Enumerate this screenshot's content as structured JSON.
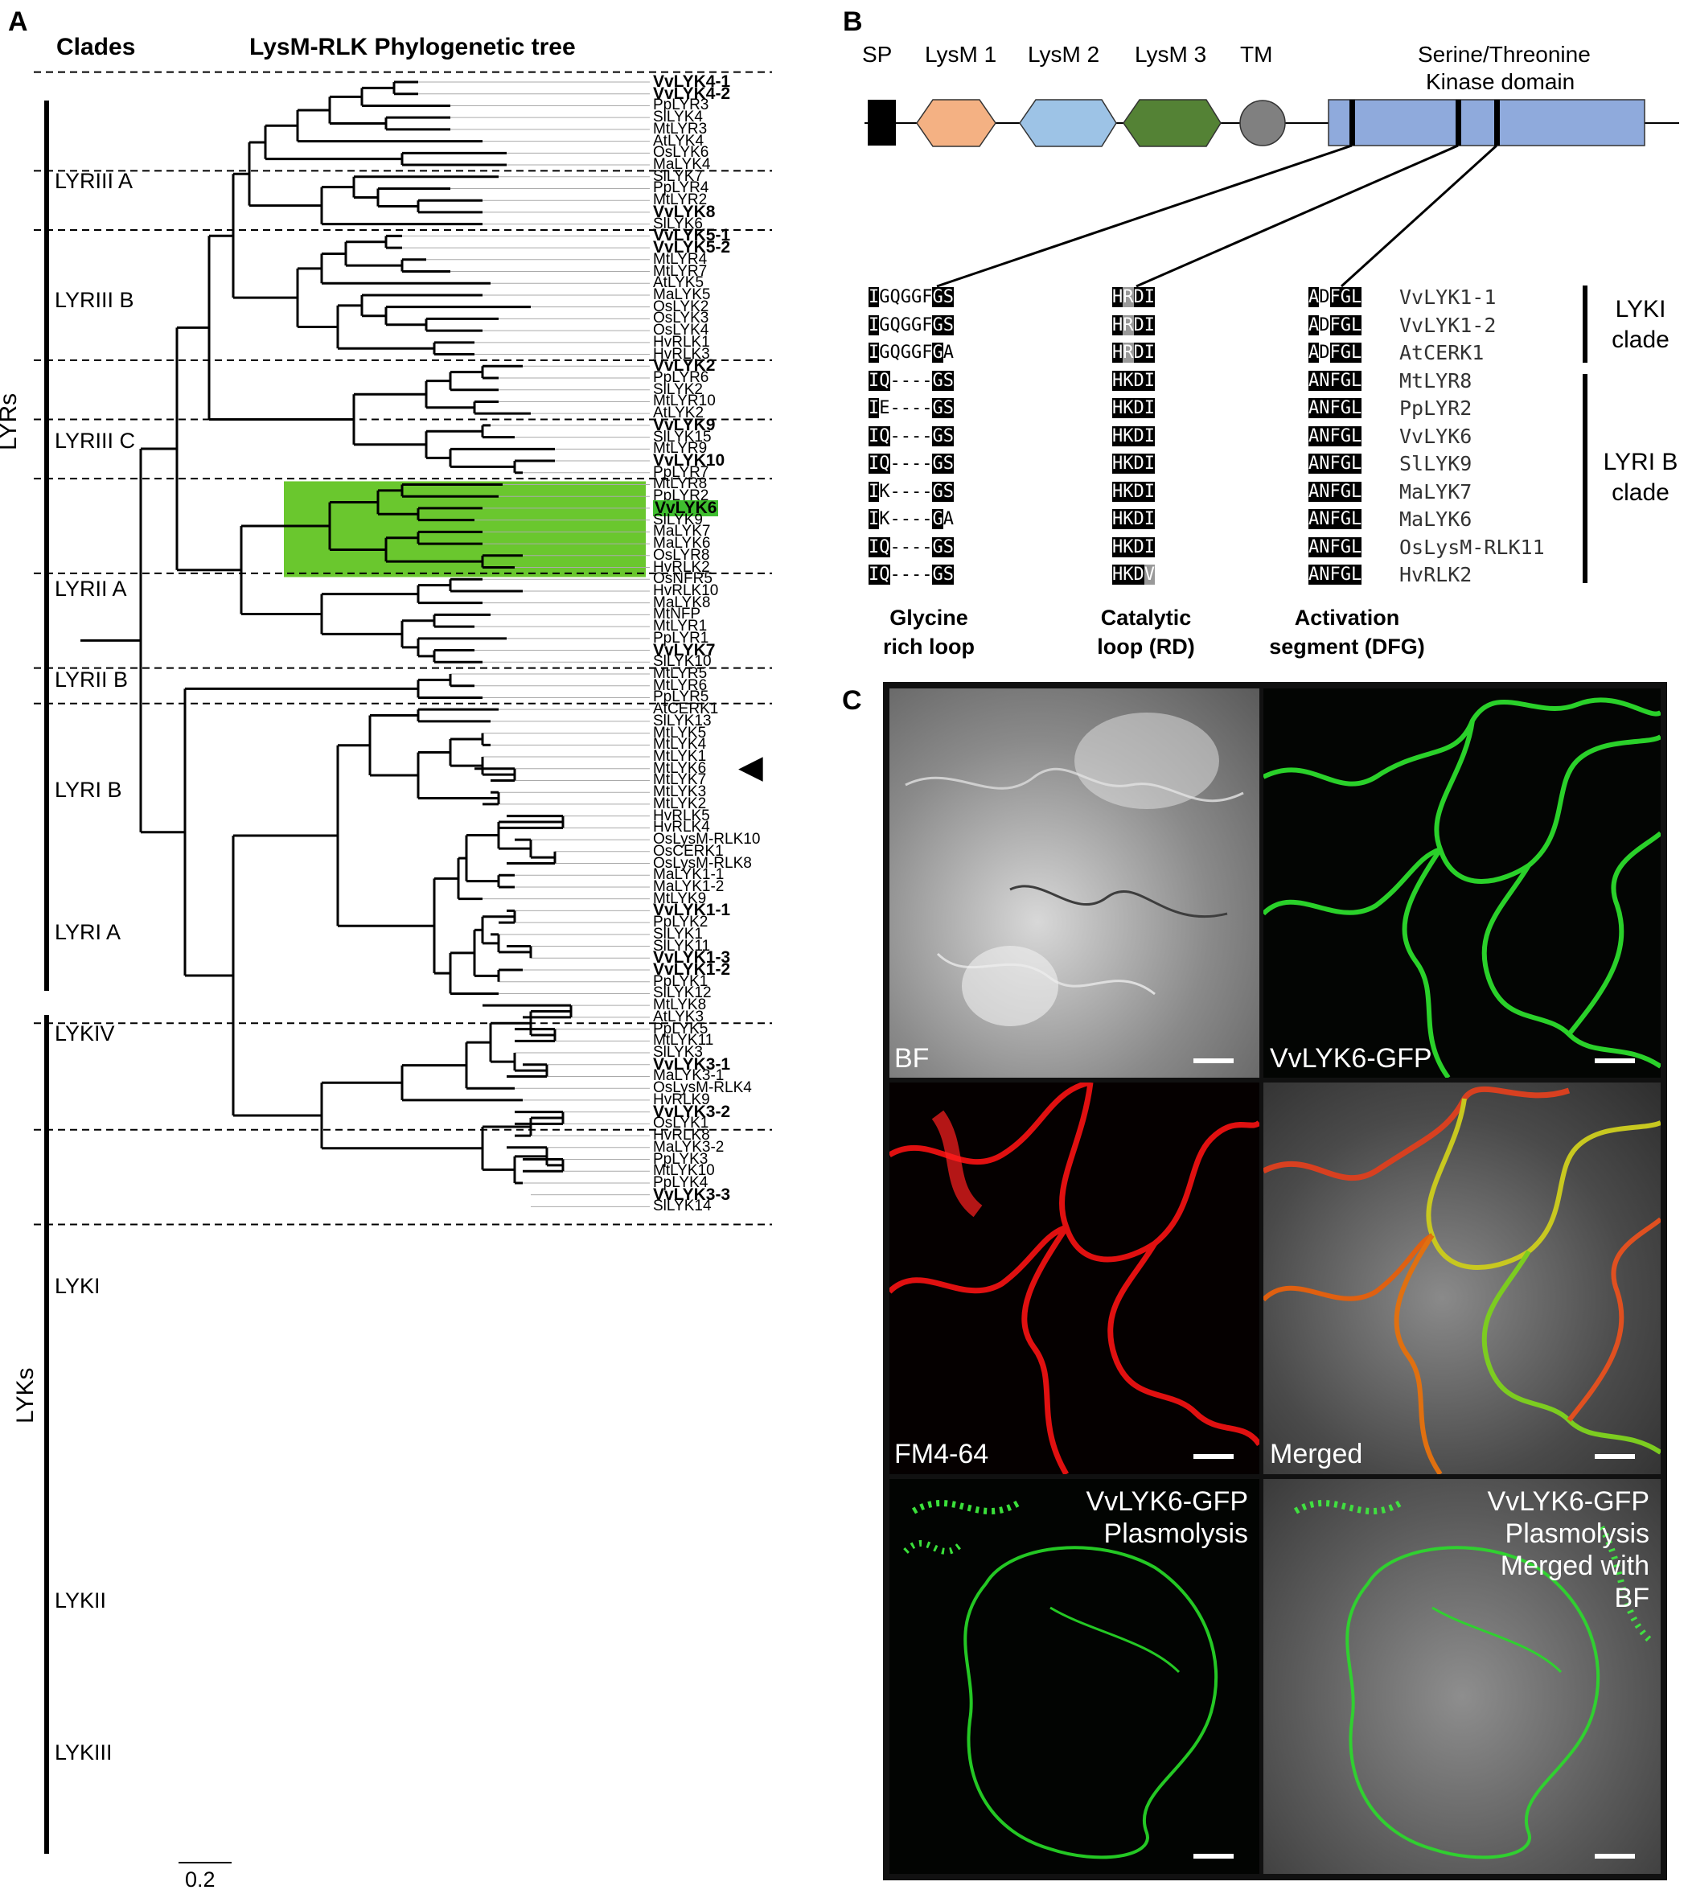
{
  "panel_a": {
    "label": "A",
    "header_clades": "Clades",
    "header_tree": "LysM-RLK Phylogenetic  tree",
    "group_lyrs": "LYRs",
    "group_lyks": "LYKs",
    "scale": "0.2",
    "arrow_glyph": "◀",
    "clades": [
      "LYRIII  A",
      "LYRIII  B",
      "LYRIII  C",
      "LYRII  A",
      "LYRII  B",
      "LYRI  B",
      "LYRI  A",
      "LYKIV",
      "LYKI",
      "LYKII",
      "LYKIII"
    ],
    "leaves": [
      {
        "t": "VvLYK4-1",
        "b": true
      },
      {
        "t": "VvLYK4-2",
        "b": true
      },
      {
        "t": "PpLYR3"
      },
      {
        "t": "SlLYK4"
      },
      {
        "t": "MtLYR3"
      },
      {
        "t": "AtLYK4"
      },
      {
        "t": "OsLYK6"
      },
      {
        "t": "MaLYK4"
      },
      {
        "t": "SlLYK7"
      },
      {
        "t": "PpLYR4"
      },
      {
        "t": "MtLYR2"
      },
      {
        "t": "VvLYK8",
        "b": true
      },
      {
        "t": "SlLYK6"
      },
      {
        "t": "VvLYK5-1",
        "b": true
      },
      {
        "t": "VvLYK5-2",
        "b": true
      },
      {
        "t": "MtLYR4"
      },
      {
        "t": "MtLYR7"
      },
      {
        "t": "AtLYK5"
      },
      {
        "t": "MaLYK5"
      },
      {
        "t": "OsLYK2"
      },
      {
        "t": "OsLYK3"
      },
      {
        "t": "OsLYK4"
      },
      {
        "t": "HvRLK1"
      },
      {
        "t": "HvRLK3"
      },
      {
        "t": "VvLYK2",
        "b": true
      },
      {
        "t": "PpLYR6"
      },
      {
        "t": "SlLYK2"
      },
      {
        "t": "MtLYR10"
      },
      {
        "t": "AtLYK2"
      },
      {
        "t": "VvLYK9",
        "b": true
      },
      {
        "t": "SlLYK15"
      },
      {
        "t": "MtLYR9"
      },
      {
        "t": "VvLYK10",
        "b": true
      },
      {
        "t": "PpLYR7"
      },
      {
        "t": "MtLYR8"
      },
      {
        "t": "PpLYR2"
      },
      {
        "t": "VvLYK6",
        "b": true,
        "h": true
      },
      {
        "t": "SlLYK9"
      },
      {
        "t": "MaLYK7"
      },
      {
        "t": "MaLYK6"
      },
      {
        "t": "OsLYR8"
      },
      {
        "t": "HvRLK2"
      },
      {
        "t": "OsNFR5"
      },
      {
        "t": "HvRLK10"
      },
      {
        "t": "MaLYK8"
      },
      {
        "t": "MtNFP"
      },
      {
        "t": "MtLYR1"
      },
      {
        "t": "PpLYR1"
      },
      {
        "t": "VvLYK7",
        "b": true
      },
      {
        "t": "SlLYK10"
      },
      {
        "t": "MtLYR5"
      },
      {
        "t": "MtLYR6"
      },
      {
        "t": "PpLYR5"
      },
      {
        "t": "AtCERK1"
      },
      {
        "t": "SlLYK13"
      },
      {
        "t": "MtLYK5"
      },
      {
        "t": "MtLYK4"
      },
      {
        "t": "MtLYK1"
      },
      {
        "t": "MtLYK6"
      },
      {
        "t": "MtLYK7"
      },
      {
        "t": "MtLYK3"
      },
      {
        "t": "MtLYK2"
      },
      {
        "t": "HvRLK5"
      },
      {
        "t": "HvRLK4"
      },
      {
        "t": "OsLysM-RLK10"
      },
      {
        "t": "OsCERK1"
      },
      {
        "t": "OsLysM-RLK8"
      },
      {
        "t": "MaLYK1-1"
      },
      {
        "t": "MaLYK1-2"
      },
      {
        "t": "MtLYK9"
      },
      {
        "t": "VvLYK1-1",
        "b": true
      },
      {
        "t": "PpLYK2"
      },
      {
        "t": "SlLYK1"
      },
      {
        "t": "SlLYK11"
      },
      {
        "t": "VvLYK1-3",
        "b": true
      },
      {
        "t": "VvLYK1-2",
        "b": true
      },
      {
        "t": "PpLYK1"
      },
      {
        "t": "SlLYK12"
      },
      {
        "t": "MtLYK8"
      },
      {
        "t": "AtLYK3"
      },
      {
        "t": "PpLYK5"
      },
      {
        "t": "MtLYK11"
      },
      {
        "t": "SlLYK3"
      },
      {
        "t": "VvLYK3-1",
        "b": true
      },
      {
        "t": "MaLYK3-1"
      },
      {
        "t": "OsLysM-RLK4"
      },
      {
        "t": "HvRLK9"
      },
      {
        "t": "VvLYK3-2",
        "b": true
      },
      {
        "t": "OsLYK1"
      },
      {
        "t": "HvRLK8"
      },
      {
        "t": "MaLYK3-2"
      },
      {
        "t": "PpLYK3"
      },
      {
        "t": "MtLYK10"
      },
      {
        "t": "PpLYK4"
      },
      {
        "t": "VvLYK3-3",
        "b": true
      },
      {
        "t": "SlLYK14"
      }
    ]
  },
  "panel_b": {
    "label": "B",
    "domains": [
      "SP",
      "LysM 1",
      "LysM 2",
      "LysM 3",
      "TM"
    ],
    "kinase_label_line1": "Serine/Threonine",
    "kinase_label_line2": "Kinase domain",
    "colors": {
      "lysm1": "#f4b183",
      "lysm2": "#9dc3e6",
      "lysm3": "#548235",
      "tm": "#808080",
      "kinase": "#8faadc"
    },
    "glycine_seqs": [
      [
        [
          "I",
          "b"
        ],
        [
          "GQGGF",
          ""
        ],
        [
          "GS",
          "b"
        ]
      ],
      [
        [
          "I",
          "b"
        ],
        [
          "GQGGF",
          ""
        ],
        [
          "GS",
          "b"
        ]
      ],
      [
        [
          "I",
          "b"
        ],
        [
          "GQGGF",
          ""
        ],
        [
          "G",
          "b"
        ],
        [
          "A",
          ""
        ]
      ],
      [
        [
          "IQ",
          "b"
        ],
        [
          "----",
          ""
        ],
        [
          "GS",
          "b"
        ]
      ],
      [
        [
          "I",
          "b"
        ],
        [
          "E",
          ""
        ],
        [
          "----",
          ""
        ],
        [
          "GS",
          "b"
        ]
      ],
      [
        [
          "IQ",
          "b"
        ],
        [
          "----",
          ""
        ],
        [
          "GS",
          "b"
        ]
      ],
      [
        [
          "IQ",
          "b"
        ],
        [
          "----",
          ""
        ],
        [
          "GS",
          "b"
        ]
      ],
      [
        [
          "I",
          "b"
        ],
        [
          "K",
          ""
        ],
        [
          "----",
          ""
        ],
        [
          "GS",
          "b"
        ]
      ],
      [
        [
          "I",
          "b"
        ],
        [
          "K",
          ""
        ],
        [
          "----",
          ""
        ],
        [
          "G",
          "b"
        ],
        [
          "A",
          ""
        ]
      ],
      [
        [
          "IQ",
          "b"
        ],
        [
          "----",
          ""
        ],
        [
          "GS",
          "b"
        ]
      ],
      [
        [
          "IQ",
          "b"
        ],
        [
          "----",
          ""
        ],
        [
          "GS",
          "b"
        ]
      ]
    ],
    "catalytic_seqs": [
      [
        [
          "H",
          "b"
        ],
        [
          "R",
          "g"
        ],
        [
          "DI",
          "b"
        ]
      ],
      [
        [
          "H",
          "b"
        ],
        [
          "R",
          "g"
        ],
        [
          "DI",
          "b"
        ]
      ],
      [
        [
          "H",
          "b"
        ],
        [
          "R",
          "g"
        ],
        [
          "DI",
          "b"
        ]
      ],
      [
        [
          "HKDI",
          "b"
        ]
      ],
      [
        [
          "HKDI",
          "b"
        ]
      ],
      [
        [
          "HKDI",
          "b"
        ]
      ],
      [
        [
          "HKDI",
          "b"
        ]
      ],
      [
        [
          "HKDI",
          "b"
        ]
      ],
      [
        [
          "HKDI",
          "b"
        ]
      ],
      [
        [
          "HKDI",
          "b"
        ]
      ],
      [
        [
          "HKD",
          "b"
        ],
        [
          "V",
          "g"
        ]
      ]
    ],
    "activation_seqs": [
      [
        [
          "A",
          "b"
        ],
        [
          "D",
          ""
        ],
        [
          "FGL",
          "b"
        ]
      ],
      [
        [
          "A",
          "b"
        ],
        [
          "D",
          ""
        ],
        [
          "FGL",
          "b"
        ]
      ],
      [
        [
          "A",
          "b"
        ],
        [
          "D",
          ""
        ],
        [
          "FGL",
          "b"
        ]
      ],
      [
        [
          "ANFGL",
          "b"
        ]
      ],
      [
        [
          "ANFGL",
          "b"
        ]
      ],
      [
        [
          "ANFGL",
          "b"
        ]
      ],
      [
        [
          "ANFGL",
          "b"
        ]
      ],
      [
        [
          "ANFGL",
          "b"
        ]
      ],
      [
        [
          "ANFGL",
          "b"
        ]
      ],
      [
        [
          "ANFGL",
          "b"
        ]
      ],
      [
        [
          "ANFGL",
          "b"
        ]
      ]
    ],
    "seq_names": [
      "VvLYK1-1",
      "VvLYK1-2",
      "AtCERK1",
      "MtLYR8",
      "PpLYR2",
      "VvLYK6",
      "SlLYK9",
      "MaLYK7",
      "MaLYK6",
      "OsLysM-RLK11",
      "HvRLK2"
    ],
    "motif1_line1": "Glycine",
    "motif1_line2": "rich loop",
    "motif2_line1": "Catalytic",
    "motif2_line2": "loop (RD)",
    "motif3_line1": "Activation",
    "motif3_line2": "segment (DFG)",
    "clade1_line1": "LYKI",
    "clade1_line2": "clade",
    "clade2_line1": "LYRI B",
    "clade2_line2": "clade"
  },
  "panel_c": {
    "label": "C",
    "tile_bf": "BF",
    "tile_gfp": "VvLYK6-GFP",
    "tile_fm": "FM4-64",
    "tile_merged": "Merged",
    "plasmo1_line1": "VvLYK6-GFP",
    "plasmo1_line2": "Plasmolysis",
    "plasmo2_line1": "VvLYK6-GFP",
    "plasmo2_line2": "Plasmolysis",
    "plasmo2_line3": "Merged with",
    "plasmo2_line4": "BF"
  }
}
